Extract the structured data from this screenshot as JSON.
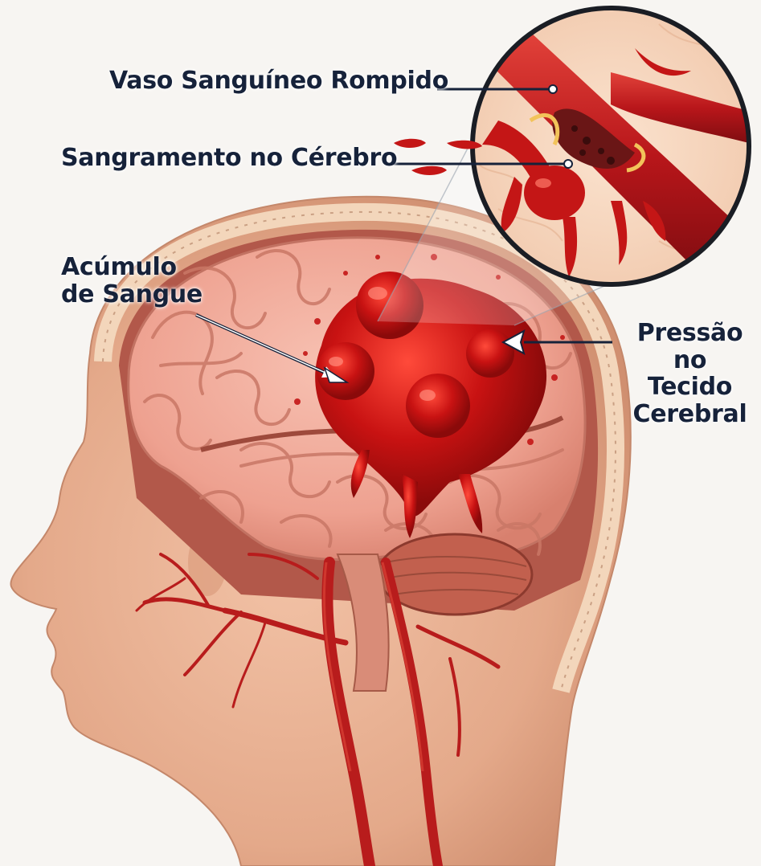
{
  "labels": {
    "ruptured_vessel": "Vaso Sanguíneo Rompido",
    "brain_bleeding": "Sangramento no Cérebro",
    "blood_accumulation": [
      "Acúmulo",
      "de Sangue"
    ],
    "tissue_pressure": [
      "Pressão no",
      "Tecido",
      "Cerebral"
    ]
  },
  "colors": {
    "label_text": "#16223a",
    "skin": "#e8b294",
    "brain": "#f0a898",
    "blood": "#c41616",
    "artery": "#b81c1c",
    "background": "#f7f5f2"
  }
}
